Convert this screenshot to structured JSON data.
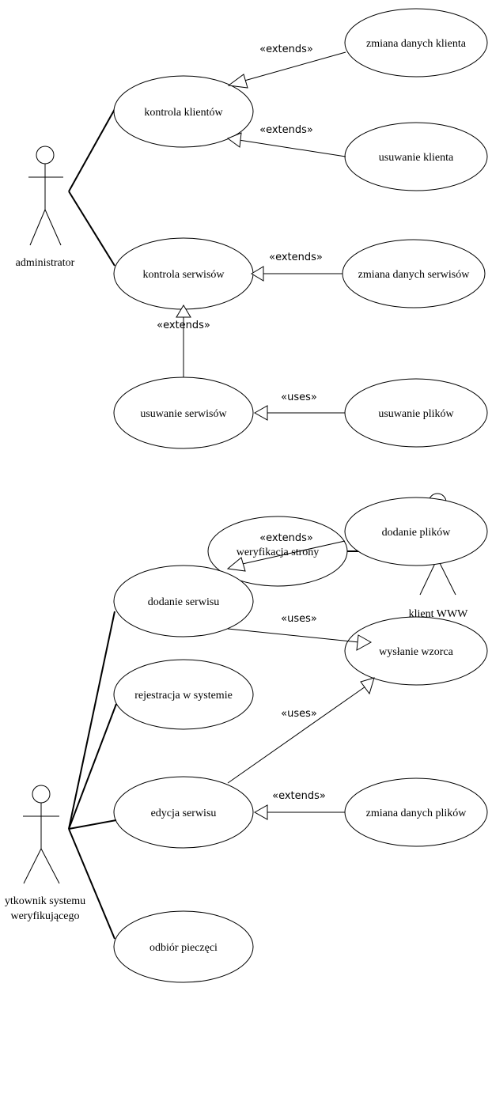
{
  "actors": {
    "administrator": {
      "label": "administrator"
    },
    "client": {
      "label": "klient WWW"
    },
    "user": {
      "line1": "ytkownik systemu",
      "line2": "weryfikującego"
    }
  },
  "use_cases": {
    "kontrola_klientow": "kontrola klientów",
    "zmiana_danych_klienta": "zmiana danych klienta",
    "usuwanie_klienta": "usuwanie klienta",
    "kontrola_serwisow": "kontrola serwisów",
    "zmiana_danych_serwisow": "zmiana danych serwisów",
    "usuwanie_serwisow": "usuwanie serwisów",
    "usuwanie_plikow": "usuwanie plików",
    "weryfikacja_strony": "weryfikacja strony",
    "dodanie_serwisu": "dodanie serwisu",
    "dodanie_plikow": "dodanie plików",
    "wyslanie_wzorca": "wysłanie wzorca",
    "rejestracja": "rejestracja w systemie",
    "edycja_serwisu": "edycja serwisu",
    "zmiana_danych_plikow": "zmiana danych plików",
    "odbior_pieczeci": "odbiór pieczęci"
  },
  "stereotypes": {
    "extends": "«extends»",
    "uses": "«uses»"
  }
}
